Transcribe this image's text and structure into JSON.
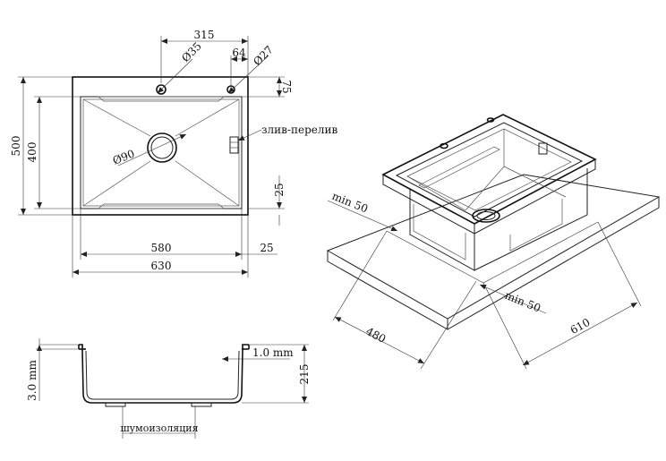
{
  "top_view": {
    "width_inner": "315",
    "hole1": "Ø35",
    "offset_64": "64",
    "hole2": "Ø27",
    "edge_75": "75",
    "height_total": "500",
    "height_bowl": "400",
    "drain": "Ø90",
    "overflow_label": "злив-перелив",
    "edge_25_right": "25",
    "bowl_width": "580",
    "edge_25_bottom": "25",
    "total_width": "630"
  },
  "section_view": {
    "thickness_top": "1.0 mm",
    "thickness_side": "3.0 mm",
    "depth": "215",
    "insulation_label": "шумоизоляция"
  },
  "iso_view": {
    "min_left": "min 50",
    "min_right": "min 50",
    "cutout_depth": "480",
    "cutout_width": "610"
  }
}
